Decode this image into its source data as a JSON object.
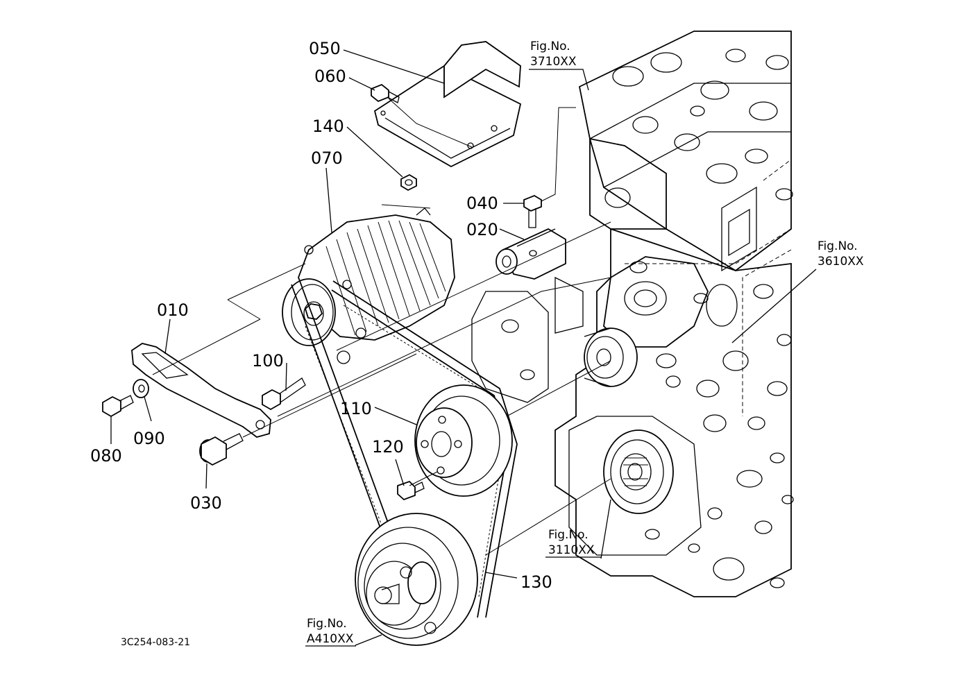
{
  "diagram": {
    "part_labels": {
      "p010": "010",
      "p020": "020",
      "p030": "030",
      "p040": "040",
      "p050": "050",
      "p060": "060",
      "p070": "070",
      "p080": "080",
      "p090": "090",
      "p100": "100",
      "p110": "110",
      "p120": "120",
      "p130": "130",
      "p140": "140"
    },
    "figure_refs": {
      "head": {
        "line1": "Fig.No.",
        "line2": "3710XX"
      },
      "block": {
        "line1": "Fig.No.",
        "line2": "3610XX"
      },
      "gear": {
        "line1": "Fig.No.",
        "line2": "3110XX"
      },
      "crank": {
        "line1": "Fig.No.",
        "line2": "A410XX"
      }
    },
    "drawing_id": "3C254-083-21"
  }
}
